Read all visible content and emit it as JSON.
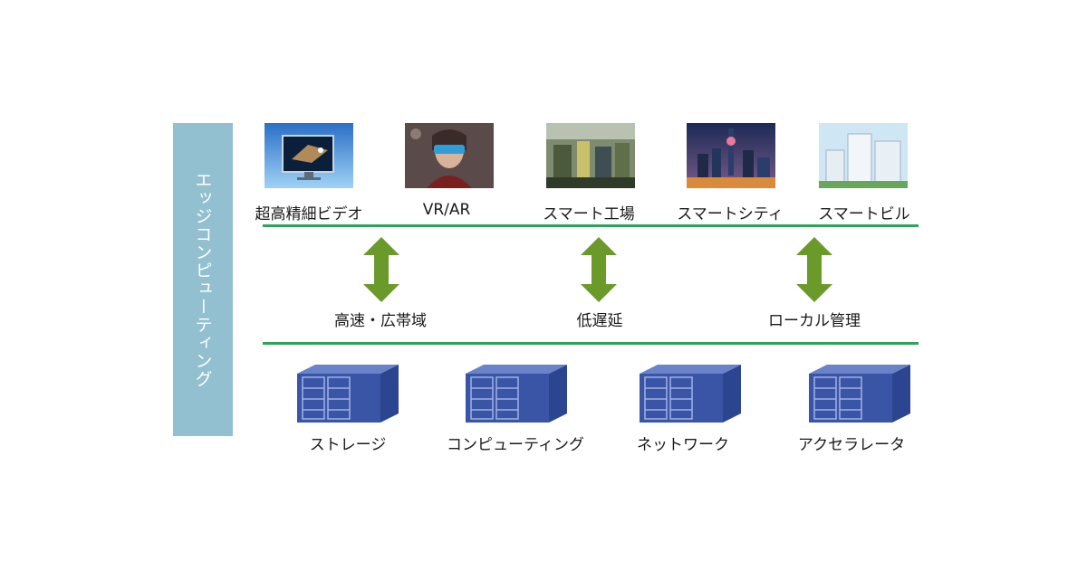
{
  "side_label": "エッジコンピューティング",
  "applications": [
    {
      "label": "超高精細ビデオ",
      "icon": "tv-eagle-image"
    },
    {
      "label": "VR/AR",
      "icon": "vr-headset-image"
    },
    {
      "label": "スマート工場",
      "icon": "factory-image"
    },
    {
      "label": "スマートシティ",
      "icon": "city-night-image"
    },
    {
      "label": "スマートビル",
      "icon": "building-image"
    }
  ],
  "features": [
    {
      "label": "高速・広帯域"
    },
    {
      "label": "低遅延"
    },
    {
      "label": "ローカル管理"
    }
  ],
  "infrastructure": [
    {
      "label": "ストレージ"
    },
    {
      "label": "コンピューティング"
    },
    {
      "label": "ネットワーク"
    },
    {
      "label": "アクセラレータ"
    }
  ],
  "colors": {
    "side_bar": "#93c0d1",
    "line": "#2fa35a",
    "arrow": "#6a9a2a",
    "server": "#3b55a6"
  }
}
